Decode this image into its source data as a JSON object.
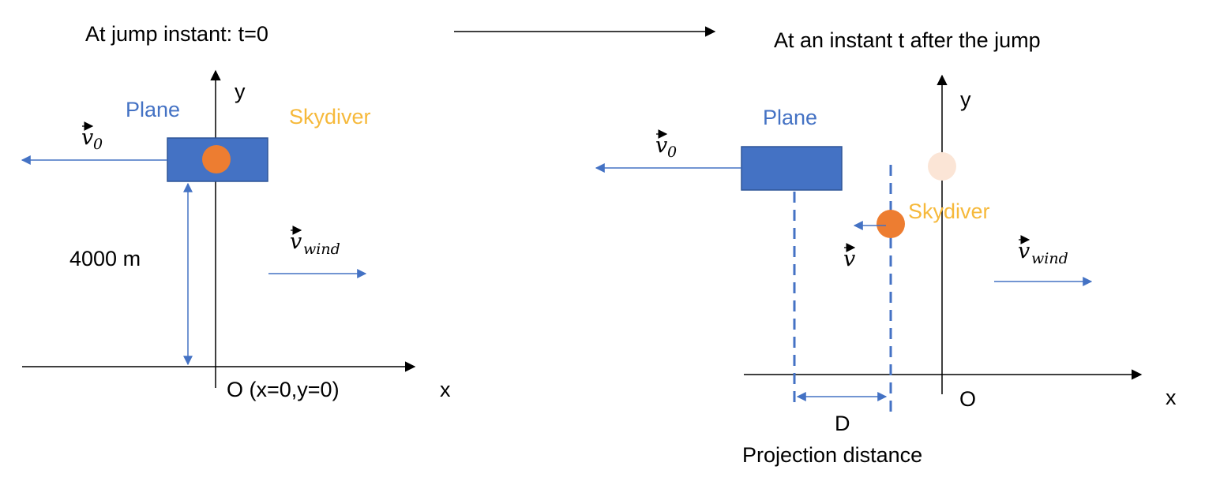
{
  "colors": {
    "plane": "#4472c4",
    "plane_label": "#4472c4",
    "skydiver": "#ed7d31",
    "skydiver_faded": "#fbe5d6",
    "skydiver_label": "#f6b93b",
    "vector": "#4472c4",
    "axis": "#000000"
  },
  "left": {
    "title": "At jump instant: t=0",
    "y_axis_label": "y",
    "x_axis_label": "x",
    "origin_label": "O (x=0,y=0)",
    "plane_label": "Plane",
    "skydiver_label": "Skydiver",
    "v0_label": "v",
    "v0_sub": "0",
    "wind_label": "v",
    "wind_sub": "wind",
    "height_label": "4000 m"
  },
  "right": {
    "title": "At an instant t after the jump",
    "y_axis_label": "y",
    "x_axis_label": "x",
    "origin_label": "O",
    "plane_label": "Plane",
    "skydiver_label": "Skydiver",
    "v0_label": "v",
    "v0_sub": "0",
    "v_label": "v",
    "wind_label": "v",
    "wind_sub": "wind",
    "distance_label": "D",
    "projection_label": "Projection distance"
  }
}
